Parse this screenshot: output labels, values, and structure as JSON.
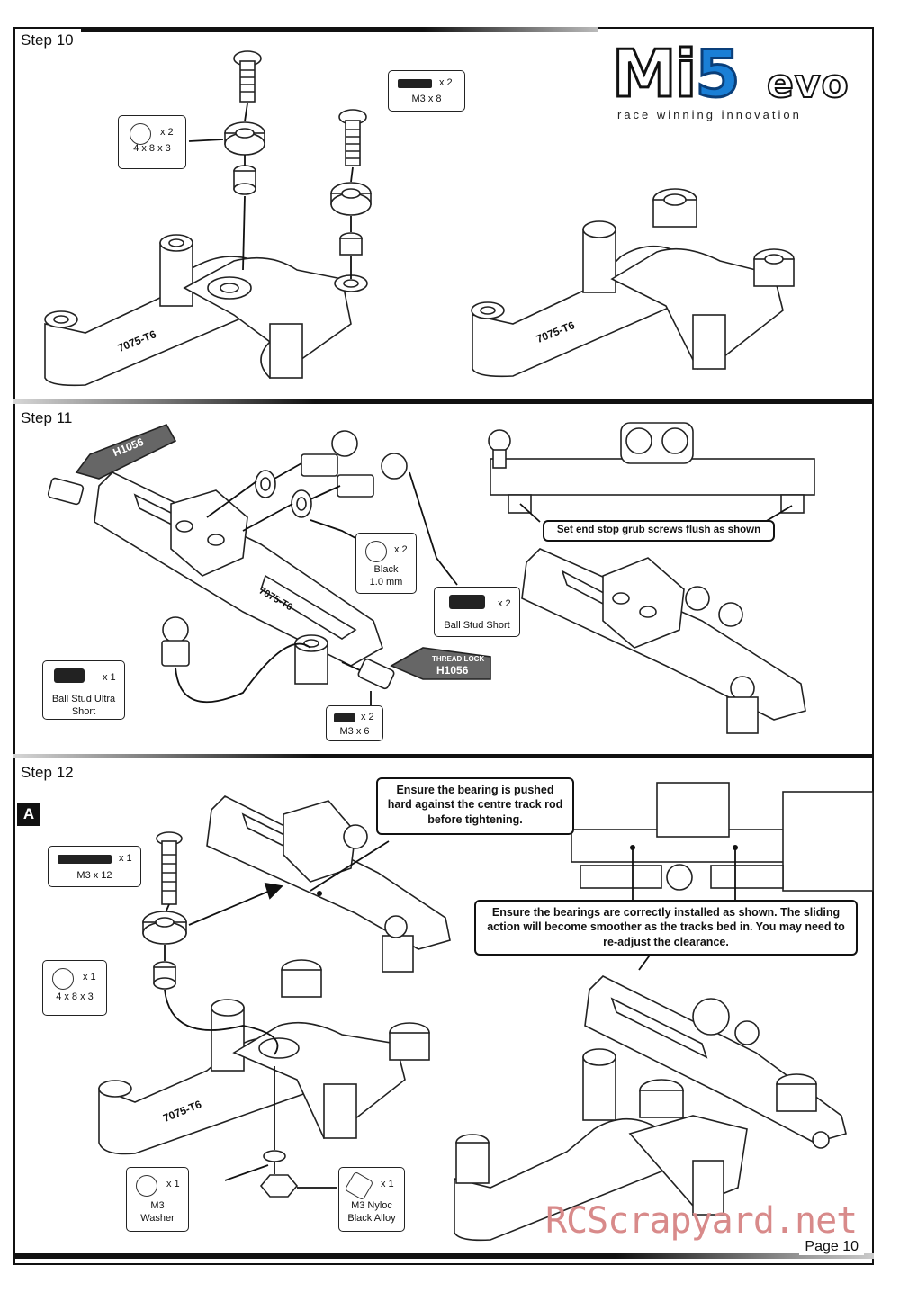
{
  "logo": {
    "main": "Mi",
    "five": "5",
    "evo": "evo",
    "tagline": "race winning innovation"
  },
  "step10": {
    "title": "Step 10",
    "washer_qty": "x 2",
    "washer_size": "4 x 8 x 3",
    "screw_qty": "x 2",
    "screw_size": "M3 x 8",
    "part_marking_left": "7075-T6",
    "part_marking_right": "7075-T6"
  },
  "step11": {
    "title": "Step 11",
    "threadlock_a_brand": "THREAD LOCK",
    "threadlock_a_code": "H1056",
    "threadlock_b_brand": "THREAD LOCK",
    "threadlock_b_code": "H1056",
    "shim_qty": "x 2",
    "shim_name": "Black",
    "shim_size": "1.0 mm",
    "ballstud_short_qty": "x 2",
    "ballstud_short_name": "Ball Stud Short",
    "ballstud_ultra_qty": "x 1",
    "ballstud_ultra_name": "Ball Stud Ultra Short",
    "grub_qty": "x 2",
    "grub_size": "M3 x 6",
    "endstop_note": "Set end stop grub screws flush as shown",
    "part_marking": "7075-T6"
  },
  "step12": {
    "title": "Step 12",
    "sub_label": "A",
    "screw_qty": "x 1",
    "screw_size": "M3 x 12",
    "bearing_qty": "x 1",
    "bearing_size": "4 x 8 x 3",
    "washer_qty": "x 1",
    "washer_name": "M3 Washer",
    "nut_qty": "x 1",
    "nut_name": "M3 Nyloc Black Alloy",
    "note_centre": "Ensure the bearing is pushed hard against the centre track rod before tightening.",
    "note_bearings": "Ensure the bearings are correctly installed as shown. The sliding action will become smoother as the tracks bed in. You may need to re-adjust the clearance.",
    "part_marking": "7075-T6"
  },
  "footer": {
    "page": "Page 10",
    "watermark": "RCScrapyard.net"
  }
}
